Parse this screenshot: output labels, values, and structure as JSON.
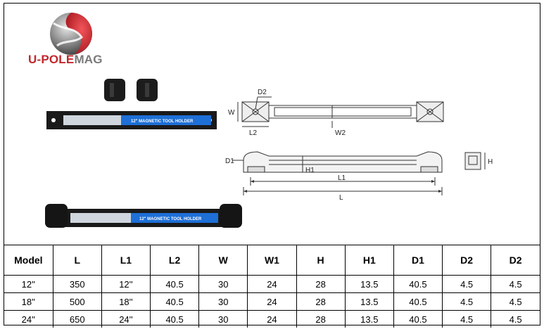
{
  "brand": {
    "name_part1": "U-POLE",
    "name_part2": "MAG",
    "red": "#c0282d",
    "gray": "#7a7a7a"
  },
  "product": {
    "strip_text": "12\" MAGNETIC TOOL HOLDER",
    "strip_color": "#1e6fd6"
  },
  "diagram_labels": {
    "d2": "D2",
    "w": "W",
    "l2": "L2",
    "w2": "W2",
    "d1": "D1",
    "h1": "H1",
    "l1": "L1",
    "l": "L",
    "h": "H"
  },
  "table": {
    "headers": [
      "Model",
      "L",
      "L1",
      "L2",
      "W",
      "W1",
      "H",
      "H1",
      "D1",
      "D2",
      "D2"
    ],
    "rows": [
      [
        "12''",
        "350",
        "12''",
        "40.5",
        "30",
        "24",
        "28",
        "13.5",
        "40.5",
        "4.5",
        "4.5"
      ],
      [
        "18''",
        "500",
        "18''",
        "40.5",
        "30",
        "24",
        "28",
        "13.5",
        "40.5",
        "4.5",
        "4.5"
      ],
      [
        "24''",
        "650",
        "24''",
        "40.5",
        "30",
        "24",
        "28",
        "13.5",
        "40.5",
        "4.5",
        "4.5"
      ]
    ]
  }
}
